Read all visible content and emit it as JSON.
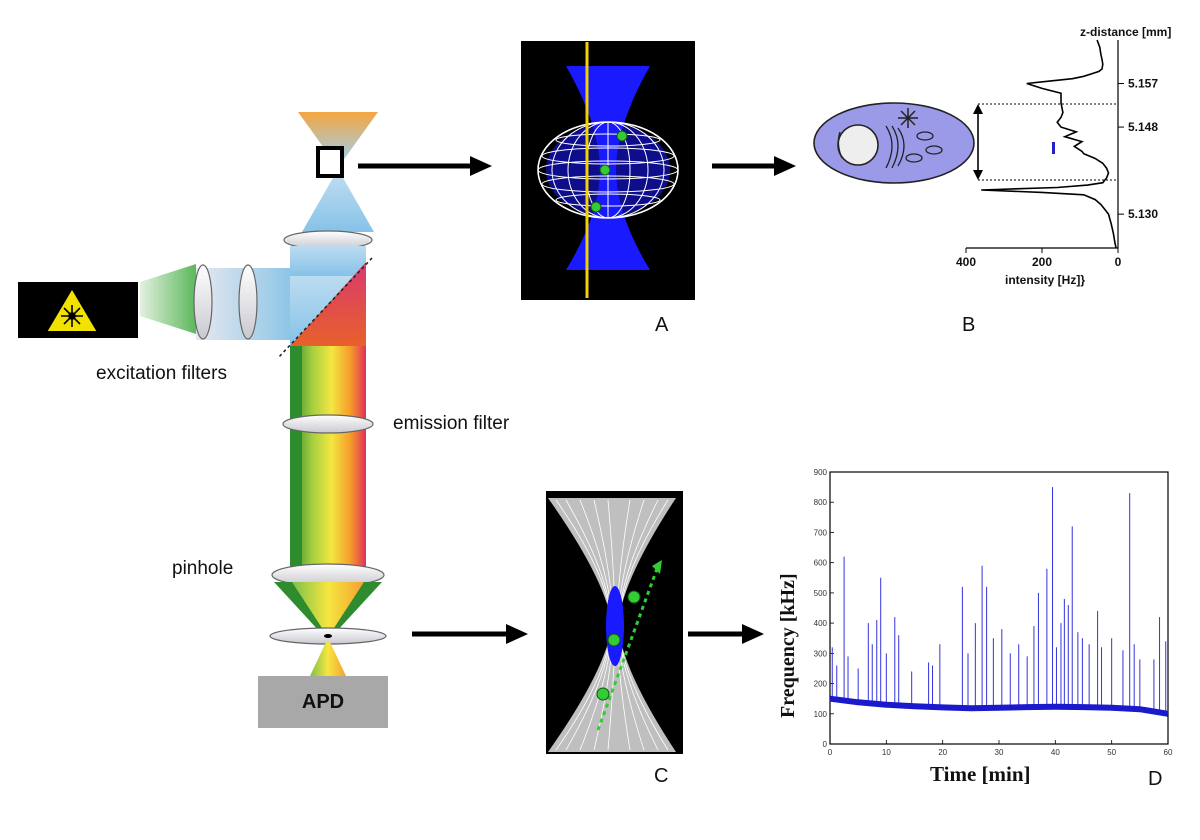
{
  "labels": {
    "excitation_filters": "excitation filters",
    "emission_filter": "emission filter",
    "pinhole": "pinhole",
    "apd": "APD",
    "panel_a": "A",
    "panel_b": "B",
    "panel_c": "C",
    "panel_d": "D"
  },
  "icons": {
    "laser": "laser-warning-icon"
  },
  "colors": {
    "focal_volume_blue": "#1a1aff",
    "molecule_green": "#33cc33",
    "cell_fill": "#9a9ae8",
    "trace_blue": "#1a1acc",
    "apd_gray": "#a8a8a8",
    "laser_yellow": "#f2e200"
  },
  "chart_data": [
    {
      "type": "line",
      "title": "",
      "xlabel": "intensity [Hz]}",
      "ylabel": "z-distance [mm]",
      "x_ticks": [
        "400",
        "200",
        "0"
      ],
      "y_ticks": [
        "5.157",
        "5.148",
        "5.130"
      ],
      "xlim": [
        400,
        0
      ],
      "ylim": [
        5.123,
        5.166
      ],
      "series": [
        {
          "x": [
            55,
            48,
            45,
            42,
            40,
            42,
            50,
            70,
            90,
            120,
            180,
            240,
            200,
            150,
            150,
            145,
            150,
            160,
            150,
            110,
            140,
            95,
            115,
            95,
            90,
            60,
            40,
            30,
            25,
            30,
            40,
            80,
            160,
            360,
            200,
            90,
            60,
            45,
            35,
            25,
            18,
            12,
            8,
            5
          ],
          "y": [
            5.166,
            5.1645,
            5.163,
            5.162,
            5.161,
            5.16,
            5.1595,
            5.159,
            5.1585,
            5.158,
            5.1575,
            5.157,
            5.156,
            5.155,
            5.153,
            5.151,
            5.15,
            5.149,
            5.148,
            5.147,
            5.146,
            5.145,
            5.144,
            5.143,
            5.1425,
            5.1415,
            5.1405,
            5.1395,
            5.1385,
            5.1375,
            5.1365,
            5.136,
            5.1355,
            5.135,
            5.1345,
            5.134,
            5.133,
            5.132,
            5.131,
            5.13,
            5.128,
            5.126,
            5.124,
            5.123
          ]
        }
      ]
    },
    {
      "type": "line",
      "title": "",
      "xlabel": "Time [min]",
      "ylabel": "Frequency [kHz]",
      "x_ticks": [
        "0",
        "10",
        "20",
        "30",
        "40",
        "50",
        "60"
      ],
      "y_ticks": [
        "0",
        "100",
        "200",
        "300",
        "400",
        "500",
        "600",
        "700",
        "800",
        "900"
      ],
      "xlim": [
        0,
        60
      ],
      "ylim": [
        0,
        900
      ],
      "baseline": {
        "x": [
          0,
          5,
          10,
          15,
          20,
          25,
          30,
          35,
          40,
          45,
          50,
          55,
          60
        ],
        "y": [
          150,
          138,
          130,
          125,
          121,
          118,
          120,
          122,
          123,
          122,
          120,
          115,
          100
        ]
      },
      "spikes": {
        "x": [
          0.4,
          1.2,
          2.5,
          3.2,
          5.0,
          6.8,
          7.5,
          8.3,
          9.0,
          10.0,
          11.5,
          12.2,
          14.5,
          17.5,
          18.2,
          19.5,
          23.5,
          24.5,
          25.8,
          27.0,
          27.8,
          29.0,
          30.5,
          32.0,
          33.5,
          35.0,
          36.2,
          37.0,
          38.5,
          39.5,
          40.2,
          41.0,
          41.6,
          42.3,
          43.0,
          44.0,
          44.8,
          46.0,
          47.5,
          48.2,
          50.0,
          52.0,
          53.2,
          54.0,
          55.0,
          57.5,
          58.5,
          59.6
        ],
        "y": [
          320,
          260,
          620,
          290,
          250,
          400,
          330,
          410,
          550,
          300,
          420,
          360,
          240,
          270,
          260,
          330,
          520,
          300,
          400,
          590,
          520,
          350,
          380,
          300,
          330,
          290,
          390,
          500,
          580,
          850,
          320,
          400,
          480,
          460,
          720,
          370,
          350,
          330,
          440,
          320,
          350,
          310,
          830,
          330,
          280,
          280,
          420,
          340
        ]
      }
    }
  ]
}
